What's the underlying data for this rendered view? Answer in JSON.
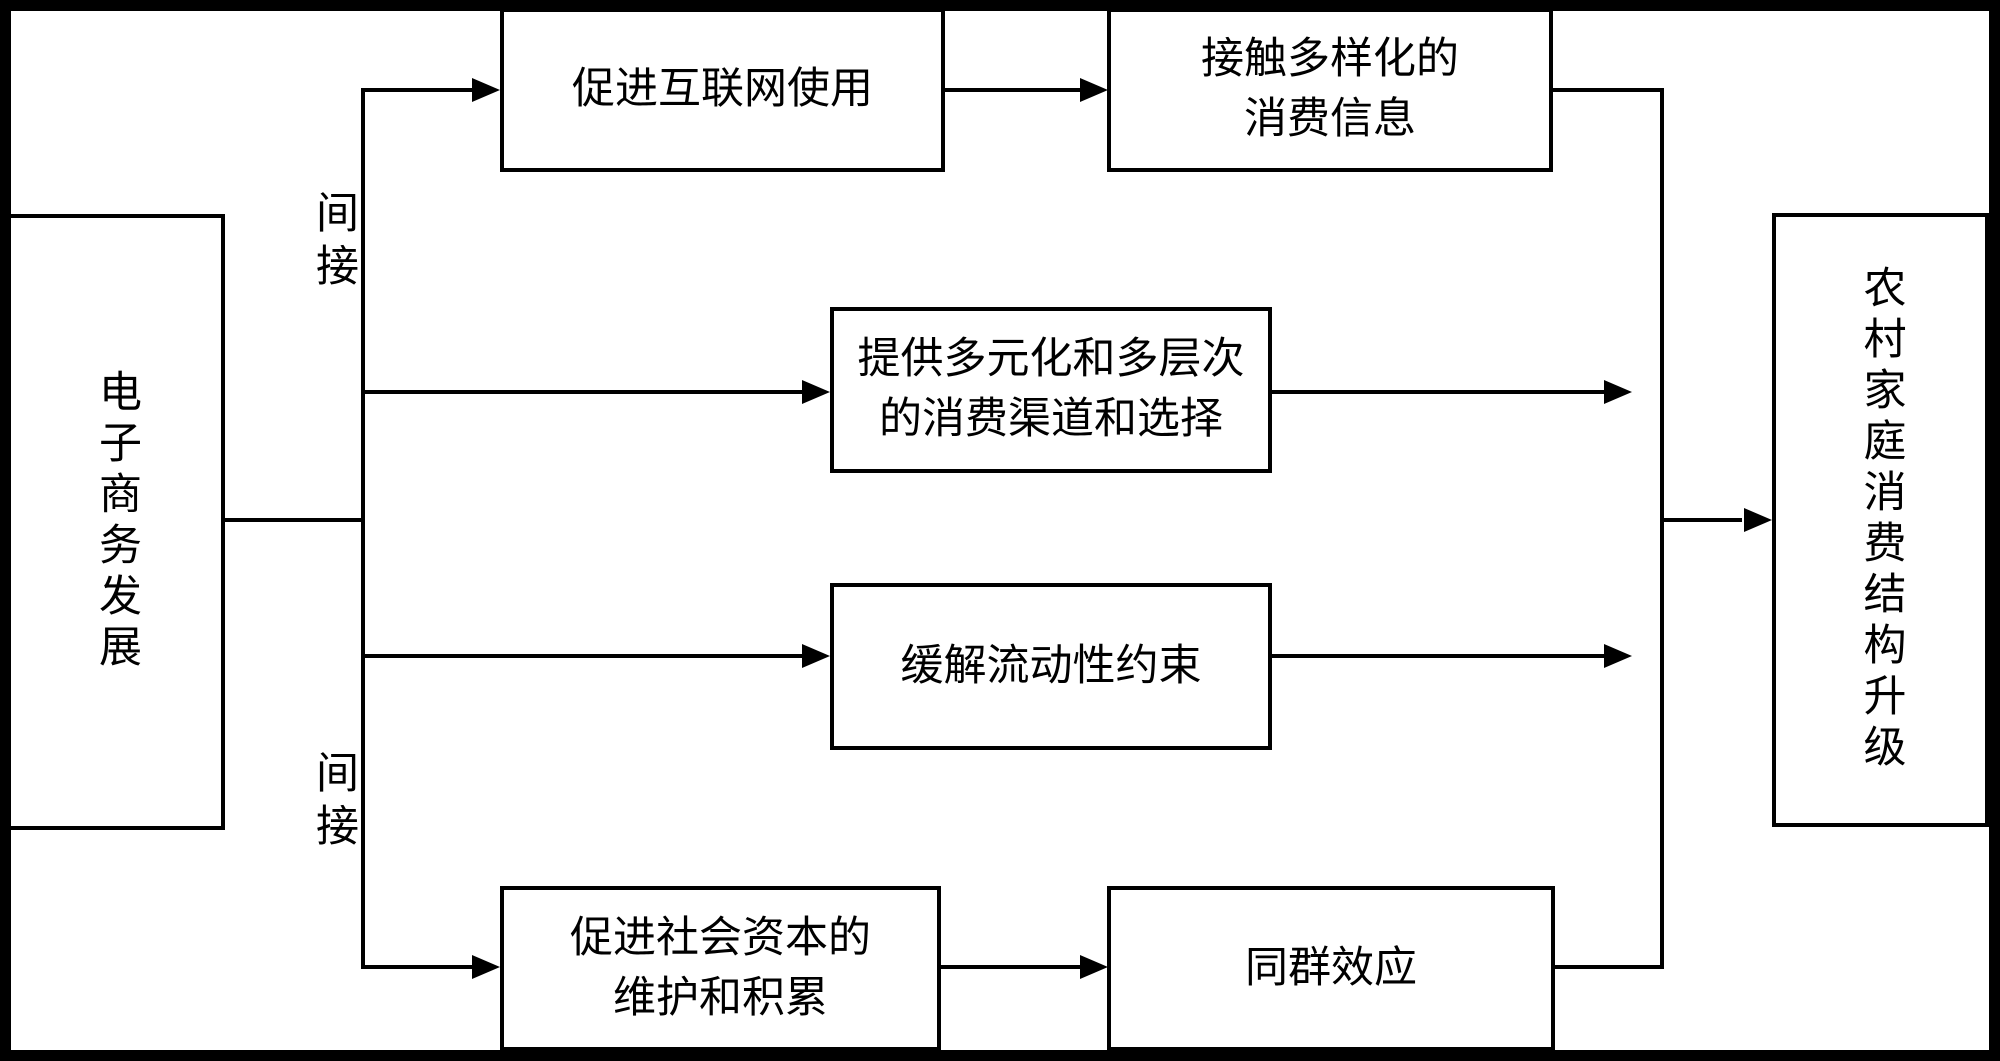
{
  "diagram": {
    "nodes": {
      "ecommerce": {
        "label": "电子商务发展",
        "orientation": "vertical"
      },
      "internet_use": {
        "label": "促进互联网使用",
        "orientation": "horizontal"
      },
      "consumption_info": {
        "label": "接触多样化的\n消费信息",
        "orientation": "horizontal"
      },
      "channels": {
        "label": "提供多元化和多层次\n的消费渠道和选择",
        "orientation": "horizontal"
      },
      "liquidity": {
        "label": "缓解流动性约束",
        "orientation": "horizontal"
      },
      "social_capital": {
        "label": "促进社会资本的\n维护和积累",
        "orientation": "horizontal"
      },
      "peer_effect": {
        "label": "同群效应",
        "orientation": "horizontal"
      },
      "upgrade": {
        "label": "农村家庭消费结构升级",
        "orientation": "vertical"
      }
    },
    "edge_labels": {
      "indirect_top": "间接",
      "indirect_bottom": "间接"
    },
    "edges": [
      {
        "from": "ecommerce",
        "to": "internet_use",
        "label": "间接"
      },
      {
        "from": "ecommerce",
        "to": "channels",
        "label": ""
      },
      {
        "from": "ecommerce",
        "to": "liquidity",
        "label": ""
      },
      {
        "from": "ecommerce",
        "to": "social_capital",
        "label": "间接"
      },
      {
        "from": "internet_use",
        "to": "consumption_info",
        "label": ""
      },
      {
        "from": "social_capital",
        "to": "peer_effect",
        "label": ""
      },
      {
        "from": "consumption_info",
        "to": "upgrade",
        "label": ""
      },
      {
        "from": "channels",
        "to": "upgrade",
        "label": ""
      },
      {
        "from": "liquidity",
        "to": "upgrade",
        "label": ""
      },
      {
        "from": "peer_effect",
        "to": "upgrade",
        "label": ""
      }
    ],
    "colors": {
      "line": "#000000",
      "background": "#ffffff",
      "text": "#000000"
    }
  }
}
